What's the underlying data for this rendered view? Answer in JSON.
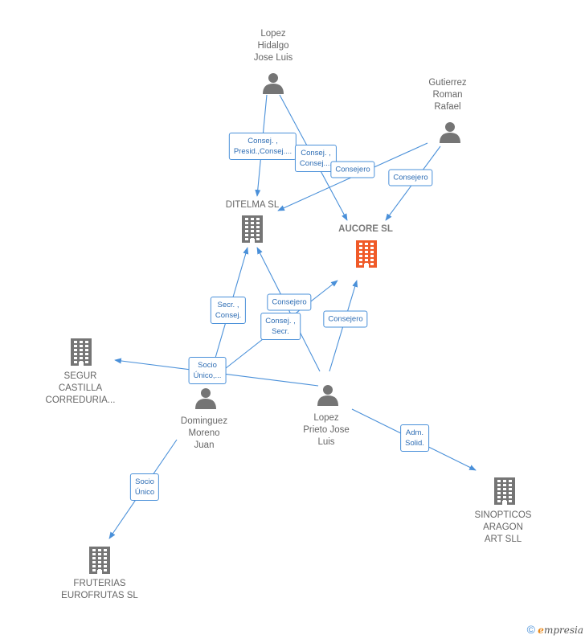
{
  "colors": {
    "edge": "#4a90d9",
    "person": "#757575",
    "company": "#757575",
    "main_company": "#f05a28"
  },
  "nodes": [
    {
      "id": "lopez_hidalgo",
      "kind": "person",
      "lines": [
        "Lopez",
        "Hidalgo",
        "Jose Luis"
      ]
    },
    {
      "id": "gutierrez",
      "kind": "person",
      "lines": [
        "Gutierrez",
        "Roman",
        "Rafael"
      ]
    },
    {
      "id": "ditelma",
      "kind": "company",
      "lines": [
        "DITELMA SL"
      ]
    },
    {
      "id": "aucore",
      "kind": "main",
      "lines": [
        "AUCORE SL"
      ]
    },
    {
      "id": "segur",
      "kind": "company",
      "lines": [
        "SEGUR",
        "CASTILLA",
        "CORREDURIA..."
      ]
    },
    {
      "id": "dominguez",
      "kind": "person",
      "lines": [
        "Dominguez",
        "Moreno",
        "Juan"
      ]
    },
    {
      "id": "lopez_prieto",
      "kind": "person",
      "lines": [
        "Lopez",
        "Prieto Jose",
        "Luis"
      ]
    },
    {
      "id": "sinopticos",
      "kind": "company",
      "lines": [
        "SINOPTICOS",
        "ARAGON",
        "ART SLL"
      ]
    },
    {
      "id": "fruterias",
      "kind": "company",
      "lines": [
        "FRUTERIAS",
        "EUROFRUTAS SL"
      ]
    }
  ],
  "edge_labels": [
    {
      "id": "e1",
      "lines": [
        "Consej. ,",
        "Presid.,Consej...."
      ]
    },
    {
      "id": "e2",
      "lines": [
        "Consej. ,",
        "Consej...."
      ]
    },
    {
      "id": "e3",
      "lines": [
        "Consejero"
      ]
    },
    {
      "id": "e4",
      "lines": [
        "Consejero"
      ]
    },
    {
      "id": "e5",
      "lines": [
        "Secr. ,",
        "Consej."
      ]
    },
    {
      "id": "e6",
      "lines": [
        "Consejero"
      ]
    },
    {
      "id": "e7",
      "lines": [
        "Consej. ,",
        "Secr."
      ]
    },
    {
      "id": "e8",
      "lines": [
        "Consejero"
      ]
    },
    {
      "id": "e9",
      "lines": [
        "Socio",
        "Único,..."
      ]
    },
    {
      "id": "e10",
      "lines": [
        "Adm.",
        "Solid."
      ]
    },
    {
      "id": "e11",
      "lines": [
        "Socio",
        "Único"
      ]
    }
  ],
  "footer": {
    "copyright": "©",
    "brand_e": "e",
    "brand_rest": "mpresia"
  }
}
